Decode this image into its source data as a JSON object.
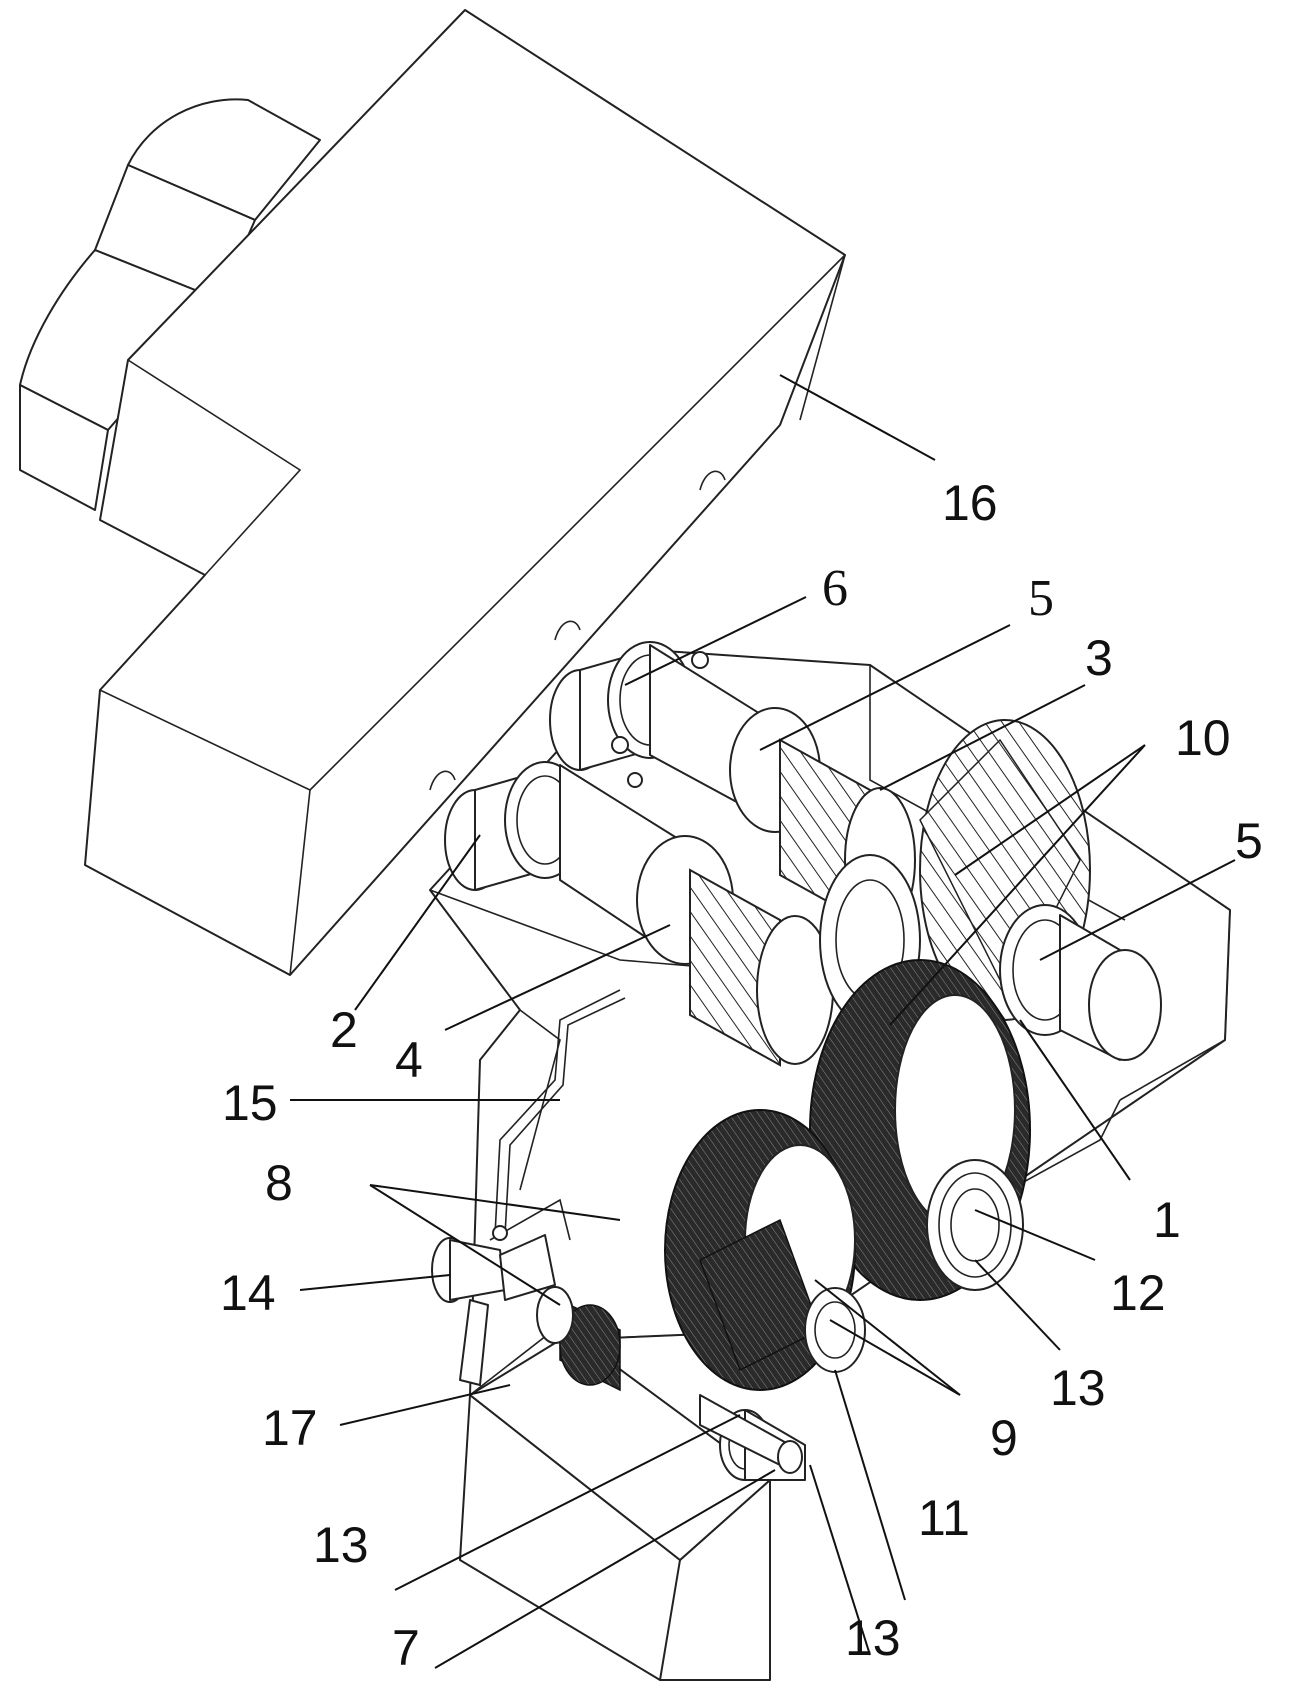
{
  "labels": {
    "l1": "1",
    "l2": "2",
    "l3": "3",
    "l4": "4",
    "l5a": "5",
    "l5b": "5",
    "l6": "6",
    "l7": "7",
    "l8": "8",
    "l9": "9",
    "l10": "10",
    "l11": "11",
    "l12": "12",
    "l13a": "13",
    "l13b": "13",
    "l13c": "13",
    "l14": "14",
    "l15": "15",
    "l16": "16",
    "l17": "17"
  }
}
